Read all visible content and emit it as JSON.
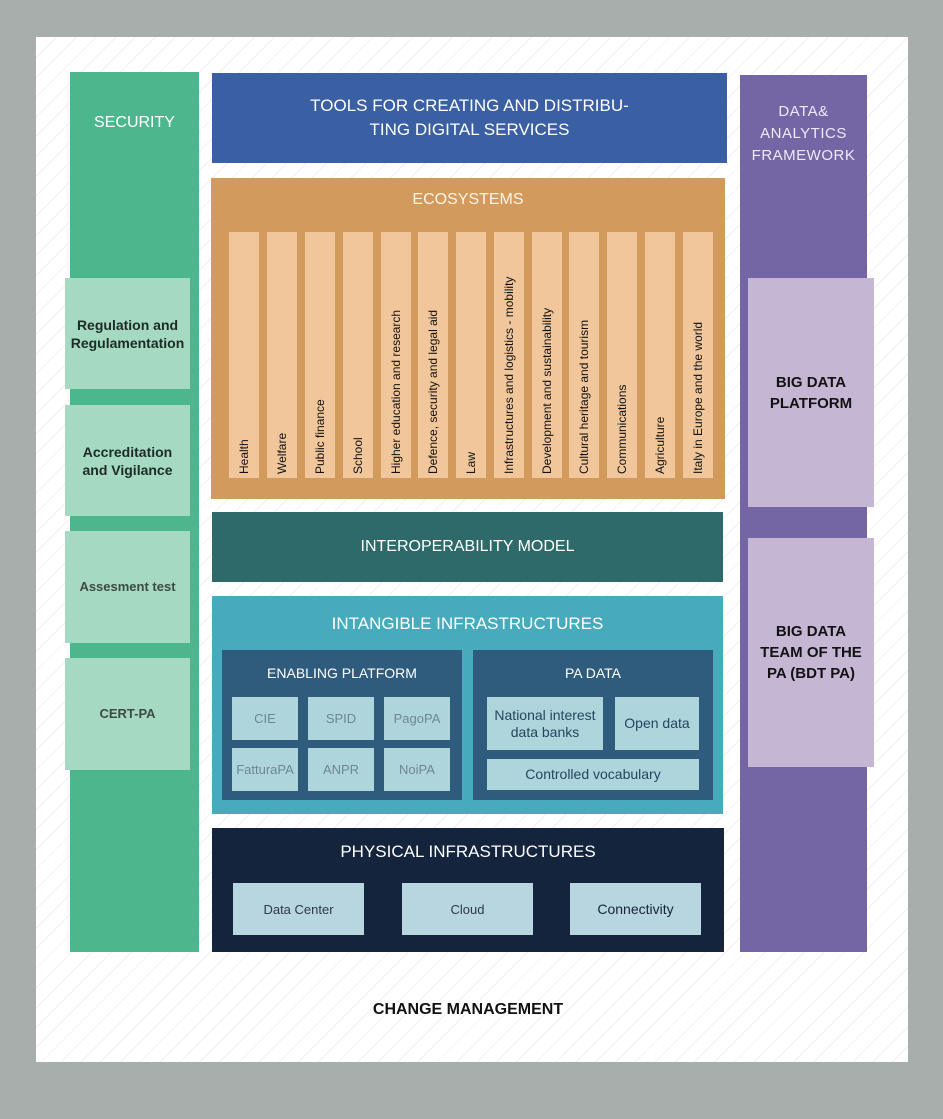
{
  "security": {
    "title": "SECURITY",
    "items": [
      "Regulation and Regulamentation",
      "Accreditation and Vigilance",
      "Assesment test",
      "CERT-PA"
    ]
  },
  "tools": {
    "title": "TOOLS FOR CREATING AND DISTRIBU-\nTING DIGITAL SERVICES"
  },
  "data_framework": {
    "title": "DATA&\nANALYTICS\nFRAMEWORK",
    "items": [
      "BIG DATA PLATFORM",
      "BIG DATA TEAM OF THE PA (BDT PA)"
    ]
  },
  "ecosystems": {
    "title": "ECOSYSTEMS",
    "items": [
      "Health",
      "Welfare",
      "Public finance",
      "School",
      "Higher education and research",
      "Defence, security and legal aid",
      "Law",
      "Infrastructures and logistics - mobility",
      "Development and sustainability",
      "Cultural heritage and tourism",
      "Communications",
      "Agriculture",
      "Italy in Europe and the world"
    ]
  },
  "interoperability": {
    "title": "INTEROPERABILITY MODEL"
  },
  "intangible": {
    "title": "INTANGIBLE INFRASTRUCTURES",
    "enabling_platform": {
      "title": "ENABLING PLATFORM",
      "items": [
        "CIE",
        "SPID",
        "PagoPA",
        "FatturaPA",
        "ANPR",
        "NoiPA"
      ]
    },
    "pa_data": {
      "title": "PA DATA",
      "items": [
        "National interest data banks",
        "Open data",
        "Controlled vocabulary"
      ]
    }
  },
  "physical": {
    "title": "PHYSICAL INFRASTRUCTURES",
    "items": [
      "Data Center",
      "Cloud",
      "Connectivity"
    ]
  },
  "footer": {
    "change_management": "CHANGE MANAGEMENT"
  }
}
